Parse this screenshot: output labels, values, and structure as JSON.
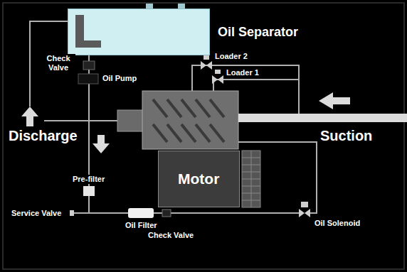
{
  "diagram": {
    "nodes": [
      {
        "text": [
          "Oil Separator"
        ]
      },
      {
        "text": [
          "Motor"
        ]
      }
    ],
    "labels": [
      "Check Valve",
      "Oil Pump",
      "Loader 2",
      "Loader 1",
      "Discharge",
      "Suction",
      "Pre-filter",
      "Service Valve",
      "Oil Filter",
      "Check Valve",
      "Oil Solenoid"
    ]
  }
}
